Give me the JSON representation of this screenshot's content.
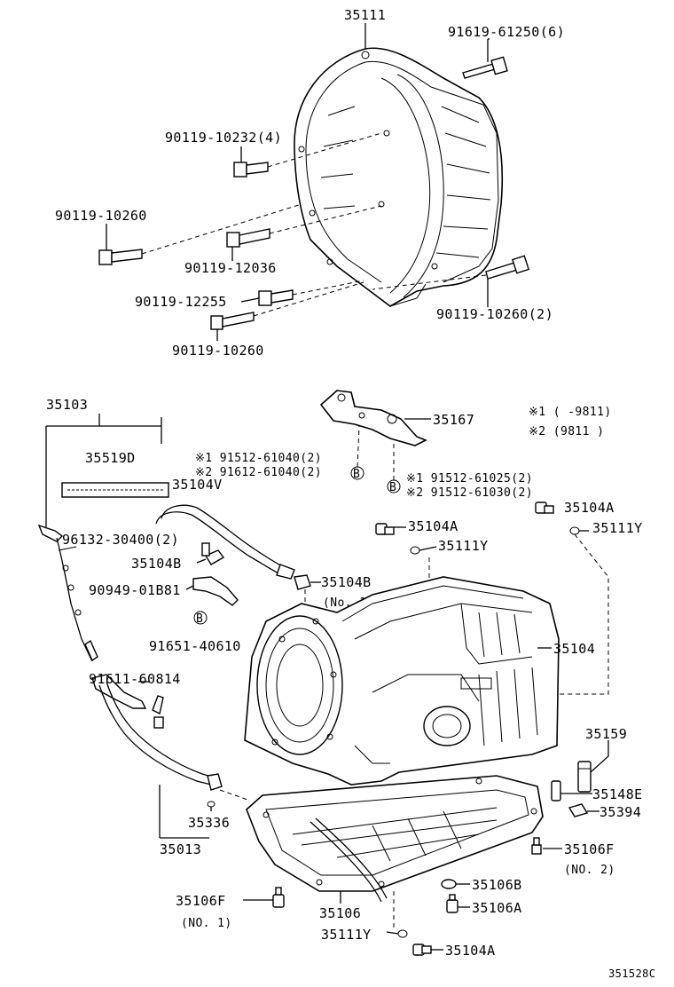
{
  "labels": {
    "p35111": "35111",
    "p91619": "91619-61250(6)",
    "p90119_10232": "90119-10232(4)",
    "p90119_10260_a": "90119-10260",
    "p90119_12036": "90119-12036",
    "p90119_12255": "90119-12255",
    "p90119_10260_2": "90119-10260(2)",
    "p90119_10260_b": "90119-10260",
    "p35103": "35103",
    "p35519D": "35519D",
    "p35167": "35167",
    "note1": "※1 (     -9811)",
    "note2": "※2 (9811      )",
    "p91512_61040": "※1 91512-61040(2)",
    "p91612_61040": "※2 91612-61040(2)",
    "p35104V": "35104V",
    "p91512_61025": "※1 91512-61025(2)",
    "p91512_61030": "※2 91512-61030(2)",
    "p35104A_r": "35104A",
    "p35111Y_r": "35111Y",
    "p35104A_c": "35104A",
    "p35111Y_c": "35111Y",
    "p96132": "96132-30400(2)",
    "p35104B_a": "35104B",
    "p35104B_b": "35104B",
    "no1_a": "(No. 1)",
    "p90949": "90949-01B81",
    "p91651": "91651-40610",
    "p35104": "35104",
    "p91611": "91611-60814",
    "p35159": "35159",
    "p35148E": "35148E",
    "p35394": "35394",
    "p35336": "35336",
    "p35013": "35013",
    "p35106F_r": "35106F",
    "no2": "(NO. 2)",
    "p35106B": "35106B",
    "p35106F_l": "35106F",
    "no1_b": "(NO. 1)",
    "p35106": "35106",
    "p35106A": "35106A",
    "p35111Y_b": "35111Y",
    "p35104A_b": "35104A",
    "circleB": "B",
    "diagram_code": "351528C"
  }
}
